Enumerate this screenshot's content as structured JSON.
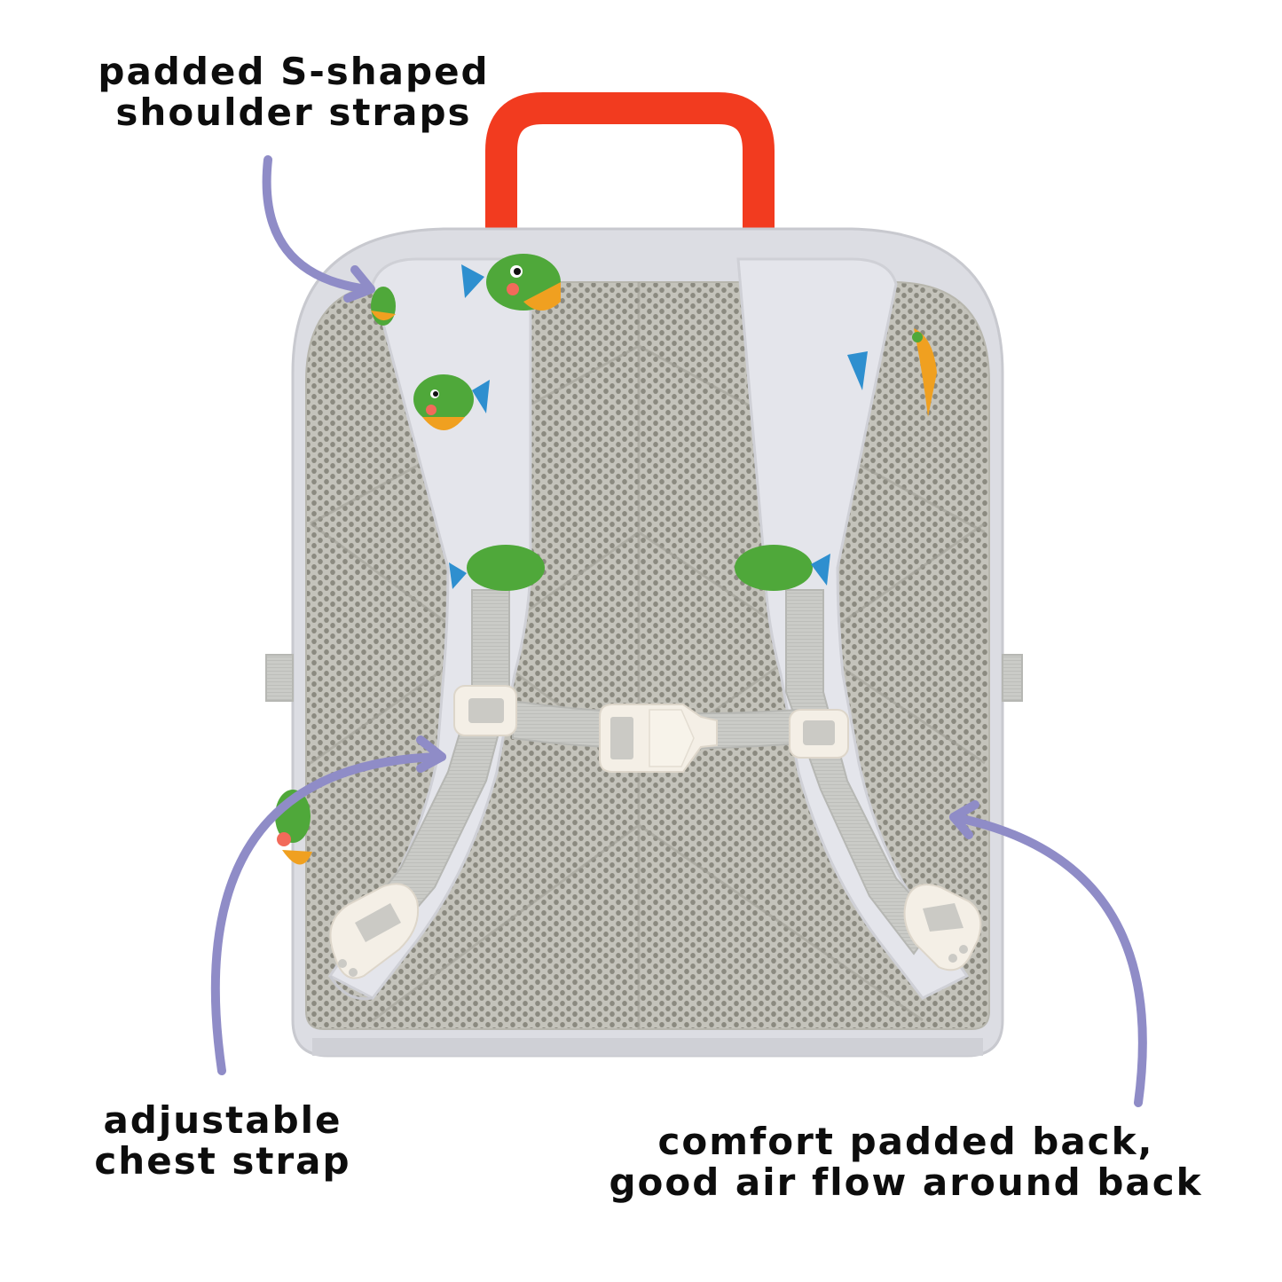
{
  "image": {
    "subject": "Kids backpack back view with pufferfish print",
    "background_color": "#ffffff"
  },
  "annotations": [
    {
      "id": "shoulder-straps",
      "lines": [
        "padded S-shaped",
        "shoulder straps"
      ],
      "arrow_color": "#8f8cc7"
    },
    {
      "id": "chest-strap",
      "lines": [
        "adjustable",
        "chest strap"
      ],
      "arrow_color": "#8f8cc7"
    },
    {
      "id": "padded-back",
      "lines": [
        "comfort padded back,",
        "good air flow around back"
      ],
      "arrow_color": "#8f8cc7"
    }
  ],
  "colors": {
    "arrow": "#8f8cc7",
    "handle": "#f23b1f",
    "body_fabric": "#dcdde3",
    "mesh": "#a9a89e",
    "mesh_dots": "#8a897f",
    "webbing": "#c9cac6",
    "buckle": "#f4efe6",
    "fish_green": "#4fa83a",
    "fish_orange": "#f0a020",
    "fish_blue": "#2e8fcf"
  }
}
